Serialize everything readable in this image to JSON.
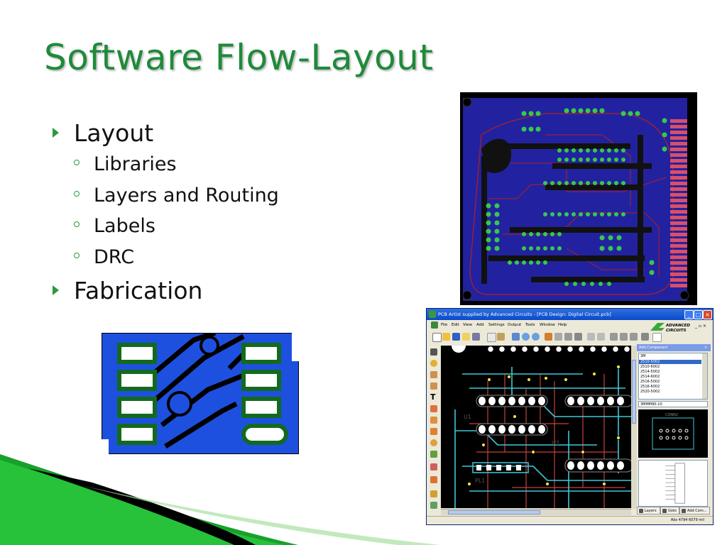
{
  "slide": {
    "title": "Software Flow-Layout",
    "colors": {
      "title": "#1f8a3a",
      "bullet": "#2b9a3e",
      "swoosh": "#1f9a2a"
    }
  },
  "bullets": [
    {
      "text": "Layout",
      "children": [
        "Libraries",
        "Layers and Routing",
        "Labels",
        "DRC"
      ]
    },
    {
      "text": "Fabrication",
      "children": []
    }
  ],
  "app": {
    "window_title": "PCB Artist supplied by Advanced Circuits - [PCB Design: Digital Circuit.pcb]",
    "brand": {
      "line1": "ADVANCED",
      "line2": "CIRCUITS"
    },
    "menu": [
      "File",
      "Edit",
      "View",
      "Add",
      "Settings",
      "Output",
      "Tools",
      "Window",
      "Help"
    ],
    "canvas_labels": {
      "u1": "U1",
      "u2": "U2",
      "pl1": "PL1"
    },
    "panel": {
      "title": "Add Component",
      "list": [
        "3M",
        "2510-5002",
        "2510-6002",
        "2514-5002",
        "2514-6002",
        "2516-5002",
        "2516-6002",
        "2520-5002"
      ],
      "selected_index": 1,
      "combo_value": "3MMM90-10",
      "preview_label": "CONN2",
      "tabs": [
        "Layers",
        "Goto",
        "Add Com..."
      ]
    },
    "status": "Abs 4794 6079 mil"
  }
}
